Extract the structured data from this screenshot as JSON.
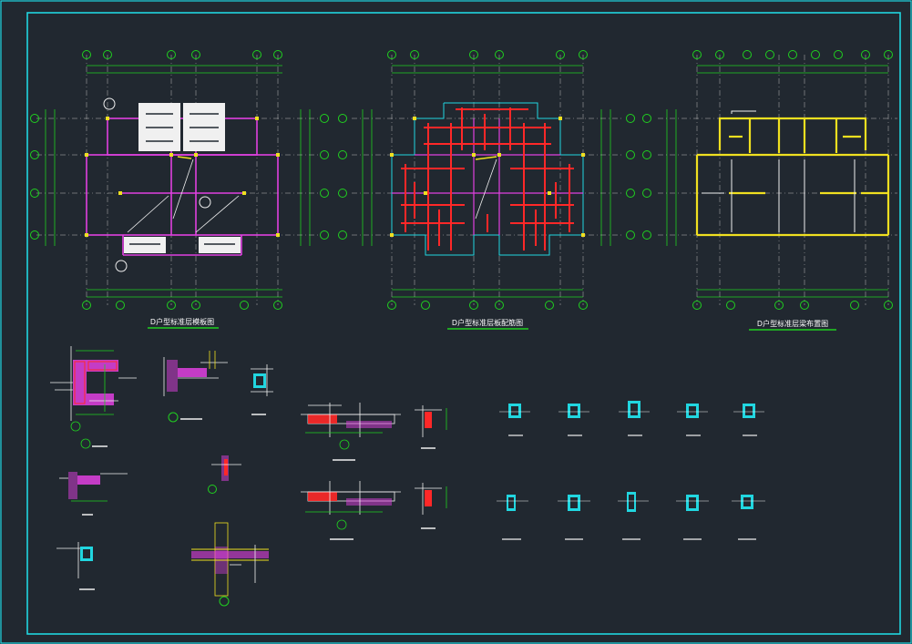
{
  "colors": {
    "background": "#212830",
    "border": "#21d6e0",
    "axis": "#20d020",
    "wall": "#e040e0",
    "rebar": "#ff2828",
    "beam": "#f0e020",
    "white": "#f0f0f0",
    "cyan": "#21d6e0",
    "title": "#ffffff"
  },
  "plans": [
    {
      "title": "D户型标准层模板图"
    },
    {
      "title": "D户型标准层板配筋图"
    },
    {
      "title": "D户型标准层梁布置图"
    }
  ]
}
